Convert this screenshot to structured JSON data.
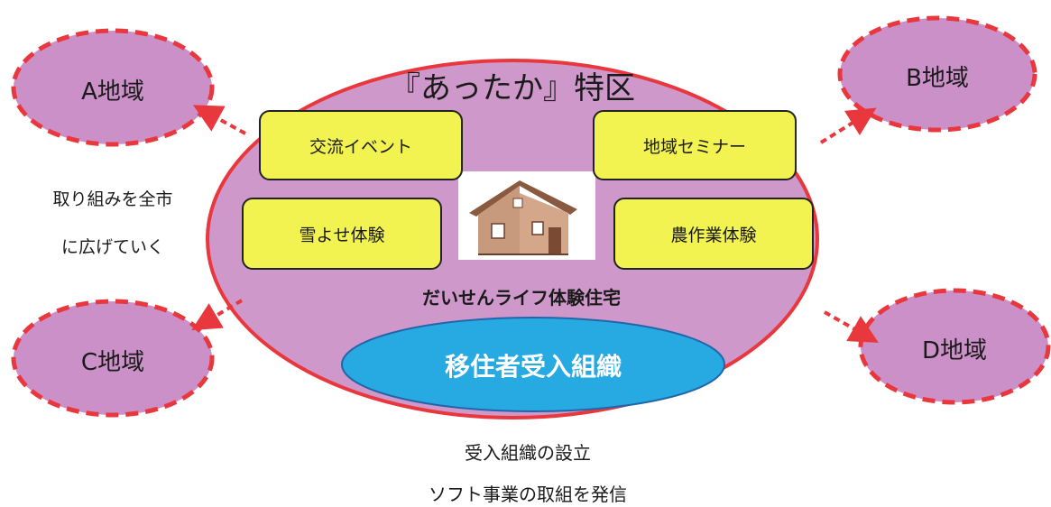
{
  "diagram": {
    "title": "『あったか』特区",
    "colors": {
      "central_fill": "#cf98cb",
      "central_border": "#e8383d",
      "region_fill": "#cc90c8",
      "box_fill": "#f2f250",
      "org_fill": "#27a9e1",
      "arrow": "#e8383d"
    },
    "regions": {
      "a": "A地域",
      "b": "B地域",
      "c": "C地域",
      "d": "D地域"
    },
    "activities": {
      "top_left": "交流イベント",
      "top_right": "地域セミナー",
      "bottom_left": "雪よせ体験",
      "bottom_right": "農作業体験"
    },
    "house": {
      "icon": "house-icon",
      "caption": "だいせんライフ体験住宅"
    },
    "organization": "移住者受入組織",
    "side_note": {
      "line1": "取り組みを全市",
      "line2": "に広げていく"
    },
    "bottom_note": {
      "line1": "受入組織の設立",
      "line2": "ソフト事業の取組を発信"
    }
  }
}
